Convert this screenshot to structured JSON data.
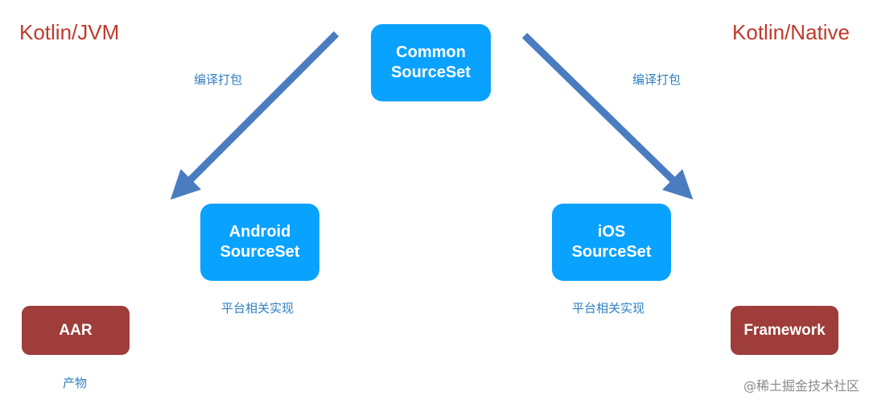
{
  "titles": {
    "left": "Kotlin/JVM",
    "right": "Kotlin/Native"
  },
  "nodes": {
    "common": {
      "line1": "Common",
      "line2": "SourceSet"
    },
    "android": {
      "line1": "Android",
      "line2": "SourceSet"
    },
    "ios": {
      "line1": "iOS",
      "line2": "SourceSet"
    },
    "aar": {
      "label": "AAR"
    },
    "framework": {
      "label": "Framework"
    }
  },
  "labels": {
    "compile_left": "编译打包",
    "compile_right": "编译打包",
    "platform_left": "平台相关实现",
    "platform_right": "平台相关实现",
    "artifact": "产物"
  },
  "watermark": "@稀土掘金技术社区",
  "colors": {
    "title": "#c0392b",
    "source_set": "#0aa2ff",
    "artifact_box": "#9e3d3a",
    "arrow": "#4a7cc0",
    "annotation": "#2f7fc1"
  }
}
